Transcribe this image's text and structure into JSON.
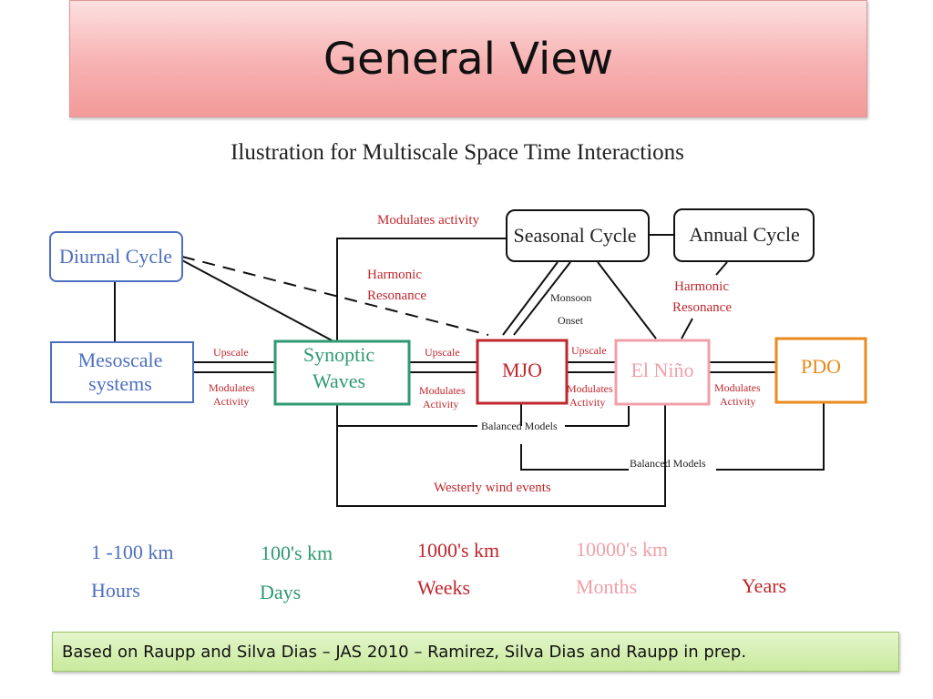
{
  "slide": {
    "title": "General View",
    "diagram_title": "Ilustration for Multiscale Space Time Interactions",
    "source_note": "Based on Raupp and Silva Dias – JAS 2010 – Ramirez, Silva Dias and Raupp in prep."
  },
  "nodes": {
    "diurnal": "Diurnal Cycle",
    "mesoscale": [
      "Mesoscale",
      "systems"
    ],
    "synoptic": [
      "Synoptic",
      "Waves"
    ],
    "mjo": "MJO",
    "elnino": "El Niño",
    "pdo": "PDO",
    "seasonal": "Seasonal Cycle",
    "annual": "Annual Cycle"
  },
  "edge_labels": {
    "modulates_activity_top": "Modulates activity",
    "harmonic_resonance_left": [
      "Harmonic",
      "Resonance"
    ],
    "harmonic_resonance_right": [
      "Harmonic",
      "Resonance"
    ],
    "monsoon_onset": [
      "Monsoon",
      "Onset"
    ],
    "upscale": "Upscale",
    "modulates_activity_pair": [
      "Modulates",
      "Activity"
    ],
    "balanced_models": "Balanced Models",
    "westerly_wind_events": "Westerly wind events"
  },
  "scales": {
    "mesoscale": {
      "space": "1 -100 km",
      "time": "Hours"
    },
    "synoptic": {
      "space": "100's km",
      "time": "Days"
    },
    "mjo": {
      "space": "1000's km",
      "time": "Weeks"
    },
    "elnino": {
      "space": "10000's km",
      "time": "Months"
    },
    "pdo": {
      "time": "Years"
    }
  },
  "colors": {
    "diurnal": "#4d6fc0",
    "mesoscale": "#4d6fc0",
    "synoptic": "#2e9a72",
    "mjo": "#c0272d",
    "elnino": "#f0a0a8",
    "pdo": "#e88a1c",
    "edge_label": "#c0272d",
    "line": "#111111"
  }
}
